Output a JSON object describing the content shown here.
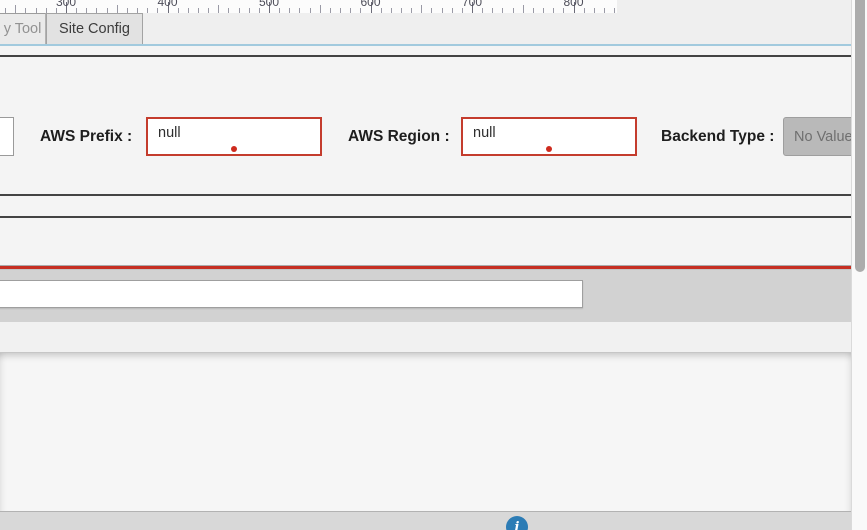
{
  "ruler": {
    "unit_labels": [
      "300",
      "400",
      "500",
      "600",
      "700",
      "800"
    ]
  },
  "tab_bar": {
    "tabs": [
      {
        "label": "y Tool",
        "active": false
      },
      {
        "label": "Site Config",
        "active": true
      }
    ]
  },
  "config_form": {
    "fields": [
      {
        "label": "AWS Prefix :",
        "value": "null",
        "state": "error"
      },
      {
        "label": "AWS Region :",
        "value": "null",
        "state": "error"
      },
      {
        "label": "Backend Type :",
        "value": "No Value",
        "state": "disabled"
      }
    ]
  },
  "bottom_bar": {
    "input_value": ""
  },
  "footer": {
    "info_icon_glyph": "i"
  },
  "colors": {
    "error_border": "#c43c2d",
    "error_dot": "#ce2b1e",
    "red_divider": "#c62f22",
    "dark_divider": "#434343",
    "tab_underline_blue": "#a2cade",
    "info_button_blue": "#2c7cb5",
    "disabled_field_bg": "#b9b9b9"
  }
}
